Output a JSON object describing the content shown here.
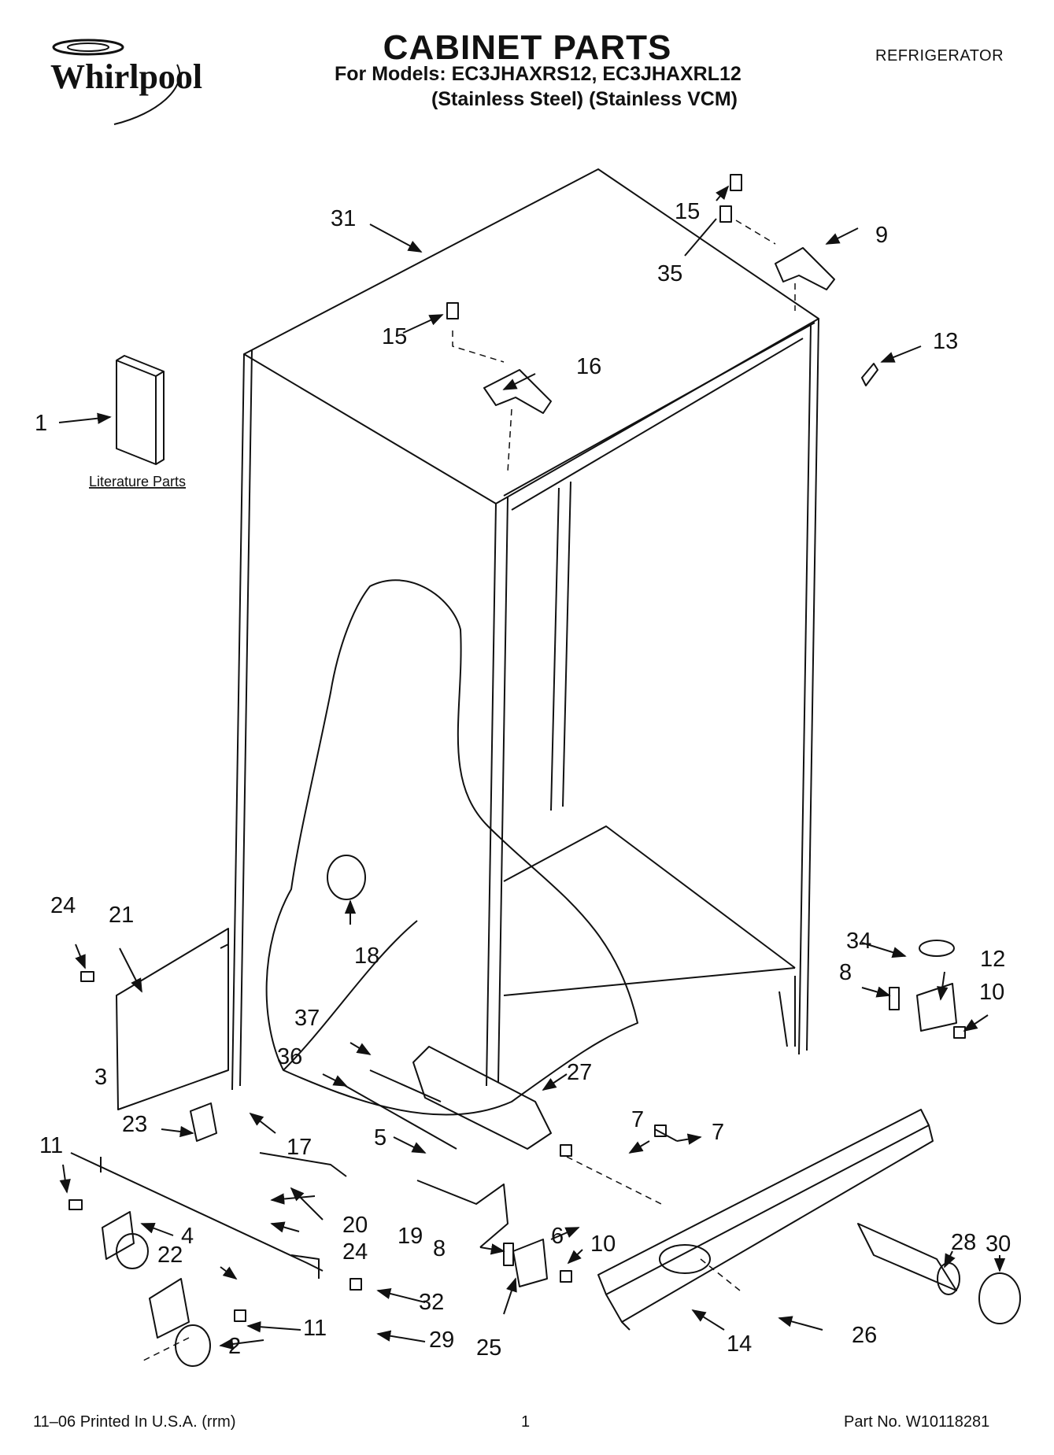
{
  "brand": {
    "name": "Whirlpool"
  },
  "header": {
    "title": "CABINET PARTS",
    "models": "For Models: EC3JHAXRS12, EC3JHAXRL12",
    "finishes": "(Stainless Steel) (Stainless VCM)",
    "category": "REFRIGERATOR"
  },
  "literature_label": "Literature Parts",
  "callouts": [
    "1",
    "2",
    "3",
    "4",
    "5",
    "6",
    "7",
    "7",
    "8",
    "8",
    "9",
    "10",
    "10",
    "11",
    "11",
    "12",
    "13",
    "14",
    "15",
    "15",
    "16",
    "17",
    "18",
    "19",
    "20",
    "21",
    "22",
    "23",
    "24",
    "24",
    "25",
    "26",
    "27",
    "28",
    "29",
    "30",
    "31",
    "32",
    "34",
    "35",
    "36",
    "37"
  ],
  "footer": {
    "print_info": "11–06 Printed In U.S.A. (rrm)",
    "page": "1",
    "part_no": "Part No. W10118281"
  },
  "colors": {
    "ink": "#111111",
    "paper": "#ffffff"
  }
}
